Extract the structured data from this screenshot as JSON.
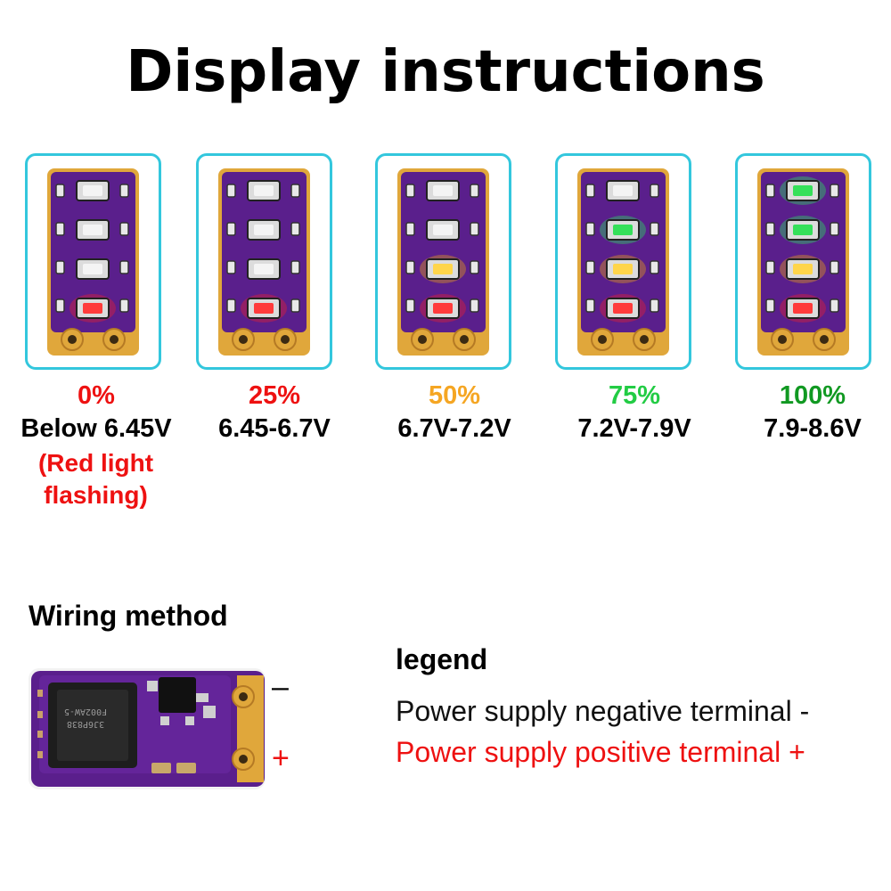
{
  "title": "Display instructions",
  "levels": [
    {
      "percent": "0%",
      "range": "Below 6.45V",
      "note": "(Red light flashing)",
      "note_lines": [
        "(Red light",
        "flashing)"
      ],
      "color": "#ee1111",
      "leds": [
        "off",
        "off",
        "off",
        "red"
      ]
    },
    {
      "percent": "25%",
      "range": "6.45-6.7V",
      "color": "#ee1111",
      "leds": [
        "off",
        "off",
        "off",
        "red"
      ]
    },
    {
      "percent": "50%",
      "range": "6.7V-7.2V",
      "color": "#f5a623",
      "leds": [
        "off",
        "off",
        "yellow",
        "red"
      ]
    },
    {
      "percent": "75%",
      "range": "7.2V-7.9V",
      "color": "#22cc44",
      "leds": [
        "off",
        "green",
        "yellow",
        "red"
      ]
    },
    {
      "percent": "100%",
      "range": "7.9-8.6V",
      "color": "#119922",
      "leds": [
        "green",
        "green",
        "yellow",
        "red"
      ]
    }
  ],
  "wiring": {
    "title": "Wiring method",
    "chip_text": [
      "3J6P838",
      "F002AW-5"
    ],
    "minus_symbol": "–",
    "plus_symbol": "+"
  },
  "legend": {
    "title": "legend",
    "negative": "Power supply negative terminal -",
    "positive": "Power supply positive terminal +"
  },
  "colors": {
    "card_border": "#33c7dd",
    "pcb": "#5a1f8c",
    "pad": "#e0a73b",
    "red_text": "#ee1111"
  }
}
